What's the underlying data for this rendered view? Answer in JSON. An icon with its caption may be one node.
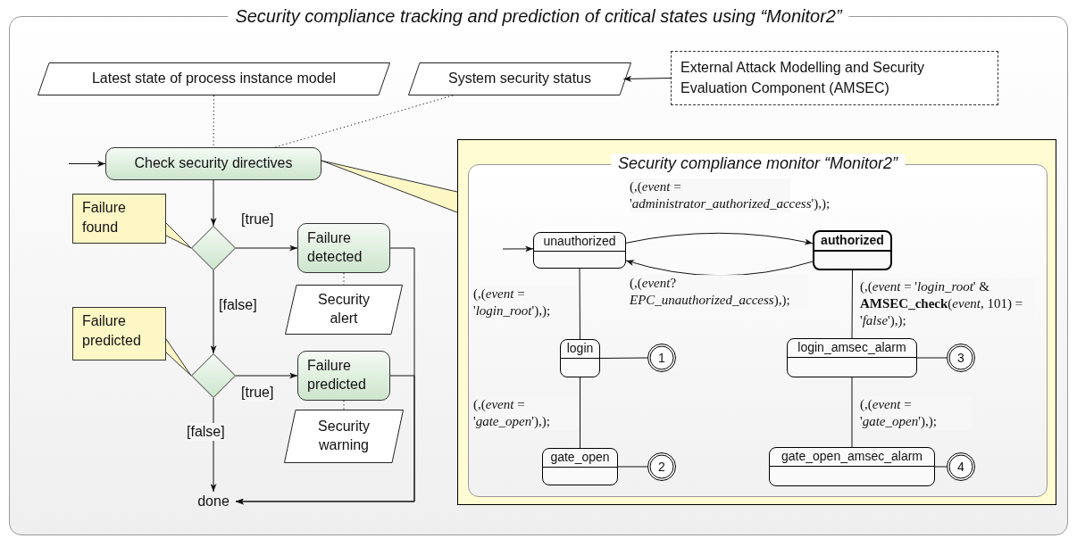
{
  "diagram": {
    "title": "Security compliance tracking and prediction of critical states using “Monitor2”",
    "nodes": [
      {
        "text": [
          "Latest state of process instance model"
        ]
      },
      {
        "text": [
          "System security status"
        ]
      },
      {
        "text": [
          "External Attack Modelling and Security Evaluation Component (AMSEC)"
        ]
      },
      {
        "text": [
          "Check security directives"
        ]
      },
      {
        "text": [],
        "shape": "diamond"
      },
      {
        "text": [
          "Failure found"
        ]
      },
      {
        "text": [
          "Failure detected"
        ]
      },
      {
        "text": [
          "Security alert"
        ]
      },
      {
        "text": [],
        "shape": "diamond"
      },
      {
        "text": [
          "Failure predicted"
        ]
      },
      {
        "text": [
          "Failure predicted"
        ]
      },
      {
        "text": [
          "Security warning"
        ]
      },
      {
        "text": [
          "done"
        ]
      },
      {
        "text": [],
        "shape": "box"
      },
      {
        "text": [
          "Security compliance monitor “Monitor2”"
        ],
        "in": 13
      },
      {
        "text": [
          "unauthorized"
        ],
        "in": 14
      },
      {
        "text": [
          "authorized"
        ],
        "in": 14
      },
      {
        "text": [
          "login"
        ],
        "in": 14
      },
      {
        "text": [
          "1"
        ],
        "in": 14
      },
      {
        "text": [
          "gate_open"
        ],
        "in": 14
      },
      {
        "text": [
          "2"
        ],
        "in": 14
      },
      {
        "text": [
          "login_amsec_alarm"
        ],
        "in": 14
      },
      {
        "text": [
          "3"
        ],
        "in": 14
      },
      {
        "text": [
          "gate_open_amsec_alarm"
        ],
        "in": 14
      },
      {
        "text": [
          "4"
        ],
        "in": 14
      }
    ],
    "edges": [
      {
        "from": null,
        "to": 3,
        "arrow": "to"
      },
      {
        "from": 2,
        "to": 1,
        "arrow": "to"
      },
      {
        "from": 0,
        "to": 3,
        "arrow": "none",
        "style": "dashed"
      },
      {
        "from": 1,
        "to": 3,
        "arrow": "none",
        "style": "dashed"
      },
      {
        "from": 3,
        "to": 4,
        "arrow": "to"
      },
      {
        "from": 4,
        "to": 6,
        "arrow": "to",
        "label": "[true]"
      },
      {
        "from": 4,
        "to": 8,
        "arrow": "to",
        "label": "[false]"
      },
      {
        "from": 8,
        "to": 10,
        "arrow": "to",
        "label": "[true]"
      },
      {
        "from": 8,
        "to": 12,
        "arrow": "to",
        "label": "[false]"
      },
      {
        "from": 6,
        "to": 12,
        "arrow": "to"
      },
      {
        "from": 10,
        "to": 12,
        "arrow": "to"
      },
      {
        "from": 6,
        "to": 7,
        "arrow": "none",
        "style": "dashed"
      },
      {
        "from": 10,
        "to": 11,
        "arrow": "none",
        "style": "dashed"
      },
      {
        "from": null,
        "to": 15,
        "arrow": "to"
      },
      {
        "from": 15,
        "to": 16,
        "arrow": "to",
        "label": "(,(*event* = '*administrator_authorized_access*'),);"
      },
      {
        "from": 16,
        "to": 15,
        "arrow": "to",
        "label": "(,(*event*? *EPC_unauthorized_access*),);"
      },
      {
        "from": 15,
        "to": 17,
        "arrow": "none",
        "label": "(,(*event* = '*login_root*'),);"
      },
      {
        "from": 17,
        "to": 19,
        "arrow": "none",
        "label": "(,(*event* = '*gate_open*'),);"
      },
      {
        "from": 16,
        "to": 21,
        "arrow": "none",
        "label": "(,(*event* = '*login_root*' & **AMSEC_check**(*event*, 101) = '*false*'),);"
      },
      {
        "from": 21,
        "to": 23,
        "arrow": "none",
        "label": "(,(*event* = '*gate_open*'),);"
      },
      {
        "from": 17,
        "to": 18,
        "arrow": "none"
      },
      {
        "from": 19,
        "to": 20,
        "arrow": "none"
      },
      {
        "from": 21,
        "to": 22,
        "arrow": "none"
      },
      {
        "from": 23,
        "to": 24,
        "arrow": "none"
      }
    ]
  }
}
